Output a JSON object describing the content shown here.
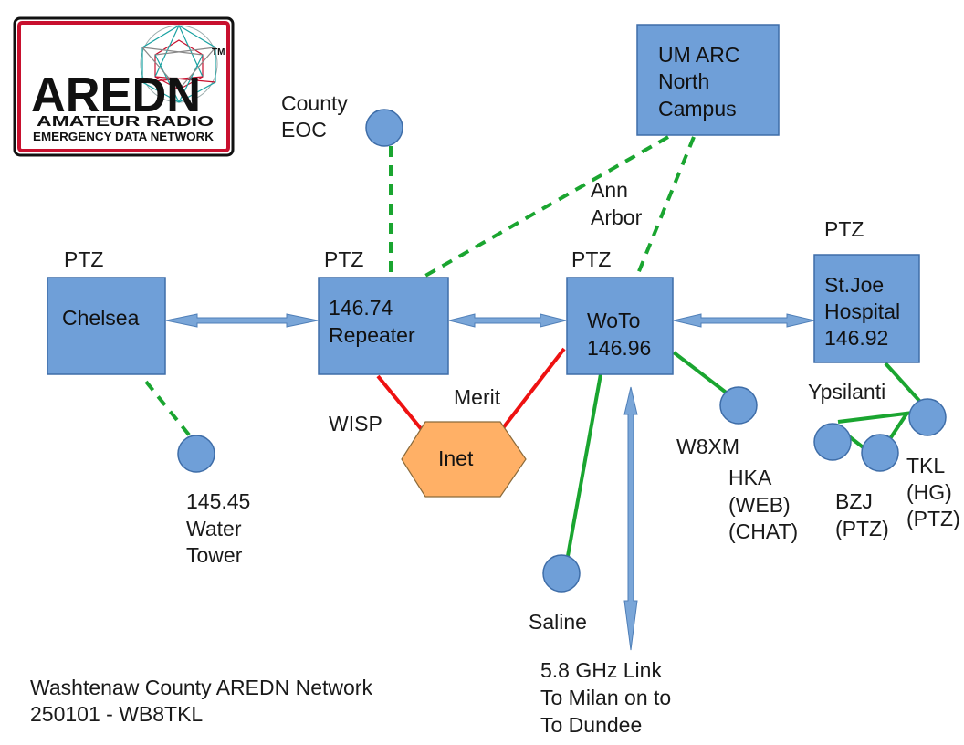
{
  "logo": {
    "name": "AREDN",
    "tm": "TM",
    "line1": "AMATEUR RADIO",
    "line2": "EMERGENCY DATA NETWORK"
  },
  "colors": {
    "node_fill": "#6f9fd8",
    "node_stroke": "#3e6da8",
    "internet_fill": "#ffb066",
    "rf_link": "#1aa530",
    "wired_link": "#ee1111",
    "point_to_point": "#7aa6d8",
    "logo_red": "#c8102e"
  },
  "nodes": {
    "chelsea": {
      "ptz": "PTZ",
      "lines": [
        "Chelsea"
      ]
    },
    "repeater": {
      "ptz": "PTZ",
      "lines": [
        "146.74",
        "Repeater"
      ]
    },
    "woto": {
      "ptz": "PTZ",
      "lines": [
        "WoTo",
        "146.96"
      ]
    },
    "stjoe": {
      "ptz": "PTZ",
      "lines": [
        "St.Joe",
        "Hospital",
        "146.92"
      ]
    },
    "umarc": {
      "lines": [
        "UM ARC",
        "North",
        "Campus"
      ]
    },
    "inet": {
      "label": "Inet"
    }
  },
  "labels": {
    "county_eoc": [
      "County",
      "EOC"
    ],
    "ann_arbor": [
      "Ann",
      "Arbor"
    ],
    "merit": "Merit",
    "wisp": "WISP",
    "water_tower": [
      "145.45",
      "Water",
      "Tower"
    ],
    "saline": "Saline",
    "w8xm": "W8XM",
    "hka": [
      "HKA",
      "(WEB)",
      "(CHAT)"
    ],
    "ypsilanti": "Ypsilanti",
    "bzj": [
      "BZJ",
      "(PTZ)"
    ],
    "tkl": [
      "TKL",
      "(HG)",
      "(PTZ)"
    ],
    "link_58": [
      "5.8 GHz Link",
      "To Milan on to",
      "To Dundee"
    ]
  },
  "footer": {
    "title": "Washtenaw County AREDN Network",
    "sub": "250101 - WB8TKL"
  }
}
